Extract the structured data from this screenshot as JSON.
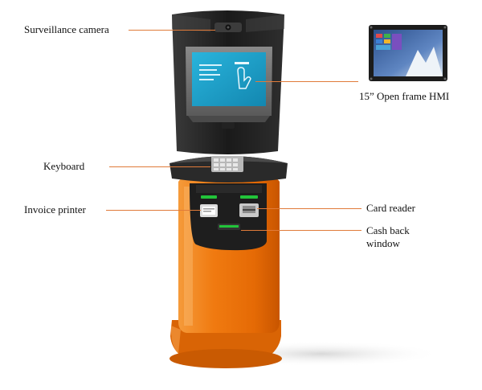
{
  "labels": {
    "surveillance_camera": "Surveillance camera",
    "keyboard": "Keyboard",
    "invoice_printer": "Invoice printer",
    "open_frame_hmi": "15” Open frame HMI",
    "card_reader": "Card reader",
    "cash_back_line1": "Cash back",
    "cash_back_line2": "window"
  },
  "colors": {
    "leader": "#e07b3a",
    "body_orange": "#f07a10",
    "body_dark": "#1e1e1e",
    "screen_blue": "#1aa0c8"
  }
}
